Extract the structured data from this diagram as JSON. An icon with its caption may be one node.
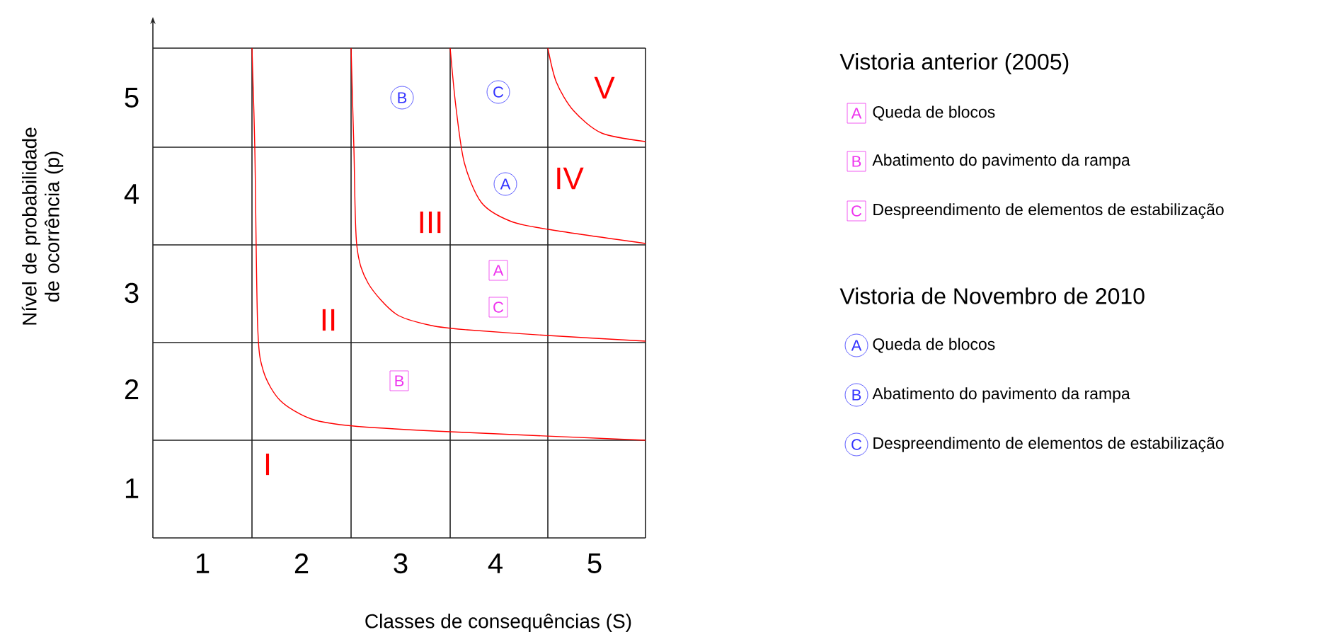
{
  "diagram": {
    "nodes": [
      {
        "text": [
          "B"
        ]
      },
      {
        "text": [
          "C"
        ]
      },
      {
        "text": [
          "A"
        ]
      },
      {
        "text": [
          "A"
        ]
      },
      {
        "text": [
          "C"
        ]
      },
      {
        "text": [
          "B"
        ]
      },
      {
        "text": [
          "A"
        ],
        "beside": [
          "Queda de blocos"
        ]
      },
      {
        "text": [
          "B"
        ],
        "beside": [
          "Abatimento do pavimento da rampa"
        ]
      },
      {
        "text": [
          "C"
        ],
        "beside": [
          "Despreendimento de elementos de estabilização"
        ]
      },
      {
        "text": [
          "A"
        ],
        "beside": [
          "Queda de blocos"
        ]
      },
      {
        "text": [
          "B"
        ],
        "beside": [
          "Abatimento do pavimento da rampa"
        ]
      },
      {
        "text": [
          "C"
        ],
        "beside": [
          "Despreendimento de elementos de estabilização"
        ]
      }
    ],
    "labels": [
      "Vistoria anterior (2005)",
      "Vistoria de Novembro de 2010",
      "5",
      "4",
      "3",
      "2",
      "1",
      "V",
      "IV",
      "III",
      "II",
      "I",
      "1",
      "2",
      "3",
      "4",
      "5",
      "Nível de probabilidade de ocorrência (p)",
      "Classes de consequências (S)"
    ]
  }
}
